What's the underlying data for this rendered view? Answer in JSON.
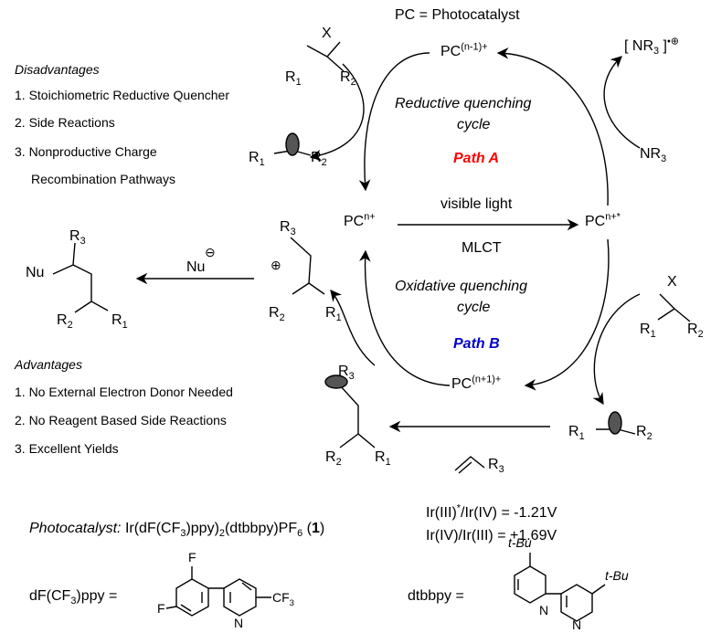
{
  "header": {
    "pc_definition": "PC = Photocatalyst"
  },
  "cycle": {
    "top_pc": "PC",
    "top_pc_charge": "(n-1)+",
    "left_pc": "PC",
    "left_pc_charge": "n+",
    "right_pc": "PC",
    "right_pc_charge": "n+",
    "right_pc_star": "*",
    "bottom_pc": "PC",
    "bottom_pc_charge": "(n+1)+",
    "reductive_line1": "Reductive quenching",
    "reductive_line2": "cycle",
    "path_a": "Path A",
    "oxidative_line1": "Oxidative quenching",
    "oxidative_line2": "cycle",
    "path_b": "Path B",
    "visible_light": "visible light",
    "mlct": "MLCT",
    "amine": "NR",
    "amine_sub": "3",
    "radical_cation": "NR",
    "radical_cation_sub": "3",
    "radical_cation_charge": "•⊕",
    "colors": {
      "path_a": "#ff0000",
      "path_b": "#0000cc"
    }
  },
  "disadvantages": {
    "title": "Disadvantages",
    "items": [
      "1. Stoichiometric Reductive Quencher",
      "2. Side Reactions",
      "3. Nonproductive Charge",
      "Recombination Pathways"
    ]
  },
  "advantages": {
    "title": "Advantages",
    "items": [
      "1. No External Electron Donor Needed",
      "2. No Reagent Based Side Reactions",
      "3. Excellent Yields"
    ]
  },
  "labels": {
    "X": "X",
    "R1": "R",
    "R2": "R",
    "R3": "R",
    "sub1": "1",
    "sub2": "2",
    "sub3": "3",
    "Nu": "Nu",
    "nucleophile": "Nu",
    "plus": "⊕",
    "minus": "⊖"
  },
  "photocatalyst": {
    "label": "Photocatalyst:",
    "formula_a": "Ir(dF(CF",
    "formula_b": "3",
    "formula_c": ")ppy)",
    "formula_d": "2",
    "formula_e": "(dtbbpy)PF",
    "formula_f": "6",
    "formula_g": " (",
    "formula_h": "1",
    "formula_i": ")",
    "pot1_a": "Ir(III)",
    "pot1_b": "*",
    "pot1_c": "/Ir(IV) = -1.21V",
    "pot2": "Ir(IV)/Ir(III) = +1.69V"
  },
  "ligands": {
    "dfppy_a": "dF(CF",
    "dfppy_b": "3",
    "dfppy_c": ")ppy =",
    "dtbbpy": "dtbbpy =",
    "F": "F",
    "CF": "CF",
    "CF_sub": "3",
    "N": "N",
    "tBu": "t-Bu"
  }
}
